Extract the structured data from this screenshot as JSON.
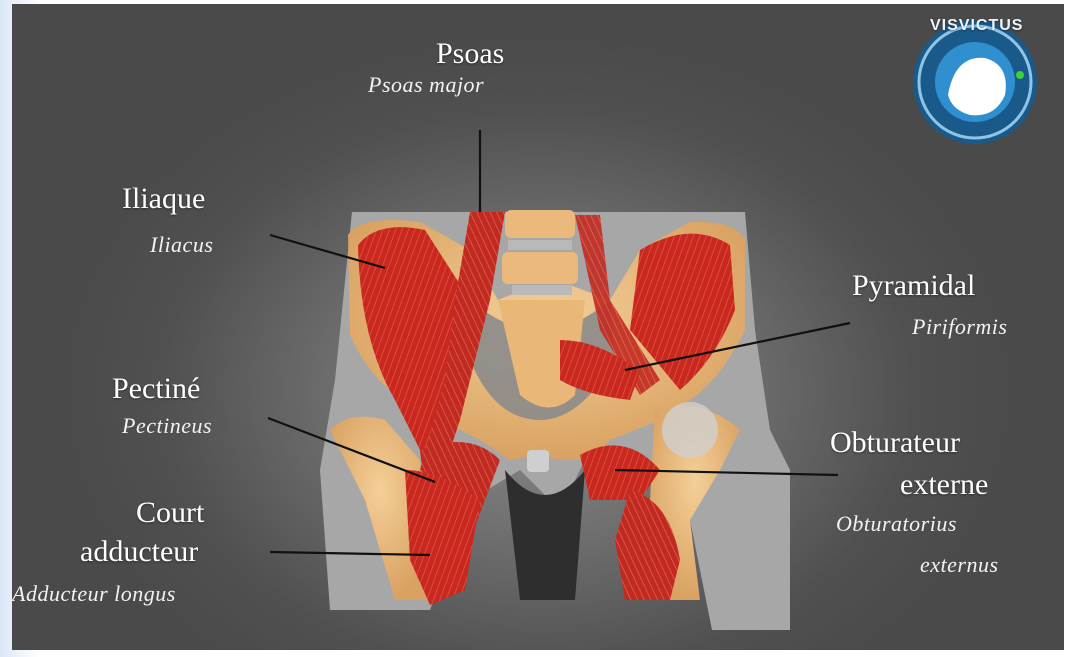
{
  "labels": {
    "psoas": {
      "fr": "Psoas",
      "la": "Psoas major"
    },
    "iliaque": {
      "fr": "Iliaque",
      "la": "Iliacus"
    },
    "pyramidal": {
      "fr": "Pyramidal",
      "la": "Piriformis"
    },
    "pectine": {
      "fr": "Pectiné",
      "la": "Pectineus"
    },
    "obturateur": {
      "fr_line1": "Obturateur",
      "fr_line2": "externe",
      "la_line1": "Obturatorius",
      "la_line2": "externus"
    },
    "court_adducteur": {
      "fr_line1": "Court",
      "fr_line2": "adducteur",
      "la": "Adducteur longus"
    }
  },
  "logo": {
    "text": "VISVICTUS",
    "icon": "lion-head-icon"
  },
  "colors": {
    "background": "#4a4a4a",
    "bone": "#e8b779",
    "muscle": "#c8281e",
    "skin_silhouette": "#9a9a9a",
    "leader_line": "#111111",
    "logo_ring": "#1f6fa6"
  }
}
